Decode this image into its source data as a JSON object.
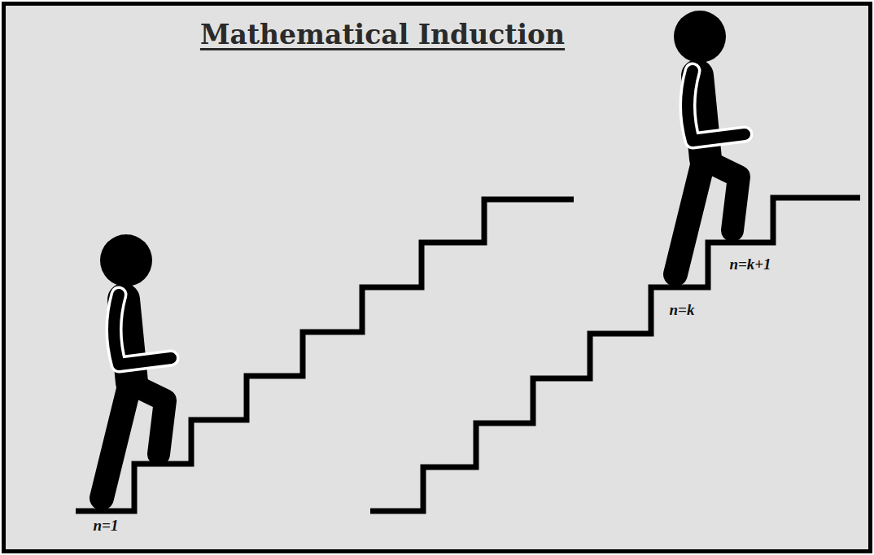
{
  "diagram": {
    "title": "Mathematical Induction",
    "labels": [
      "n=1",
      "n=k",
      "n=k+1"
    ]
  }
}
